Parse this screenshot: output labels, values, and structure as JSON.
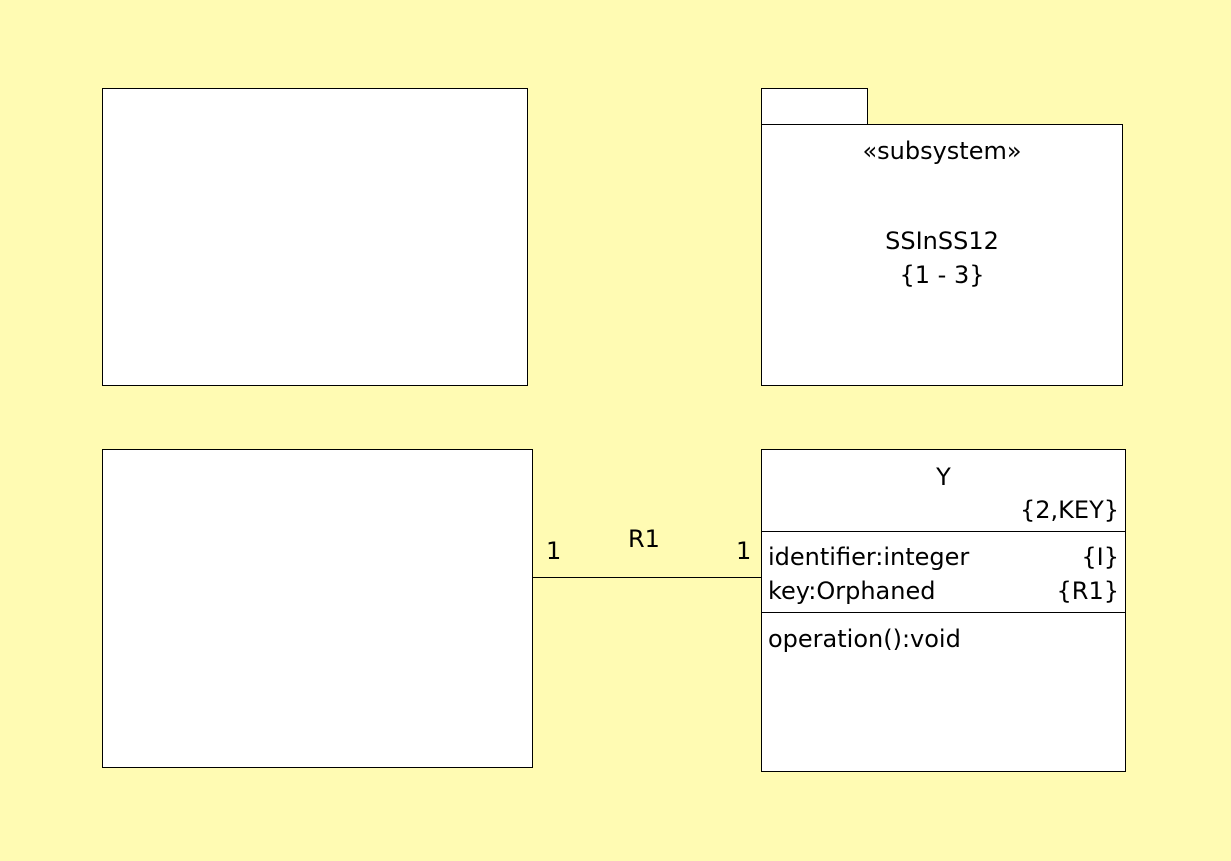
{
  "colors": {
    "background": "#fffbb3",
    "box_fill": "#ffffff",
    "line": "#000000"
  },
  "subsystem": {
    "stereotype": "«subsystem»",
    "name": "SSInSS12",
    "range": "{1 - 3}"
  },
  "class_y": {
    "name": "Y",
    "constraint": "{2,KEY}",
    "attributes": [
      {
        "text": "identifier:integer",
        "tag": "{I}"
      },
      {
        "text": "key:Orphaned",
        "tag": "{R1}"
      }
    ],
    "operations": [
      "operation():void"
    ]
  },
  "association": {
    "name": "R1",
    "left_multiplicity": "1",
    "right_multiplicity": "1"
  }
}
